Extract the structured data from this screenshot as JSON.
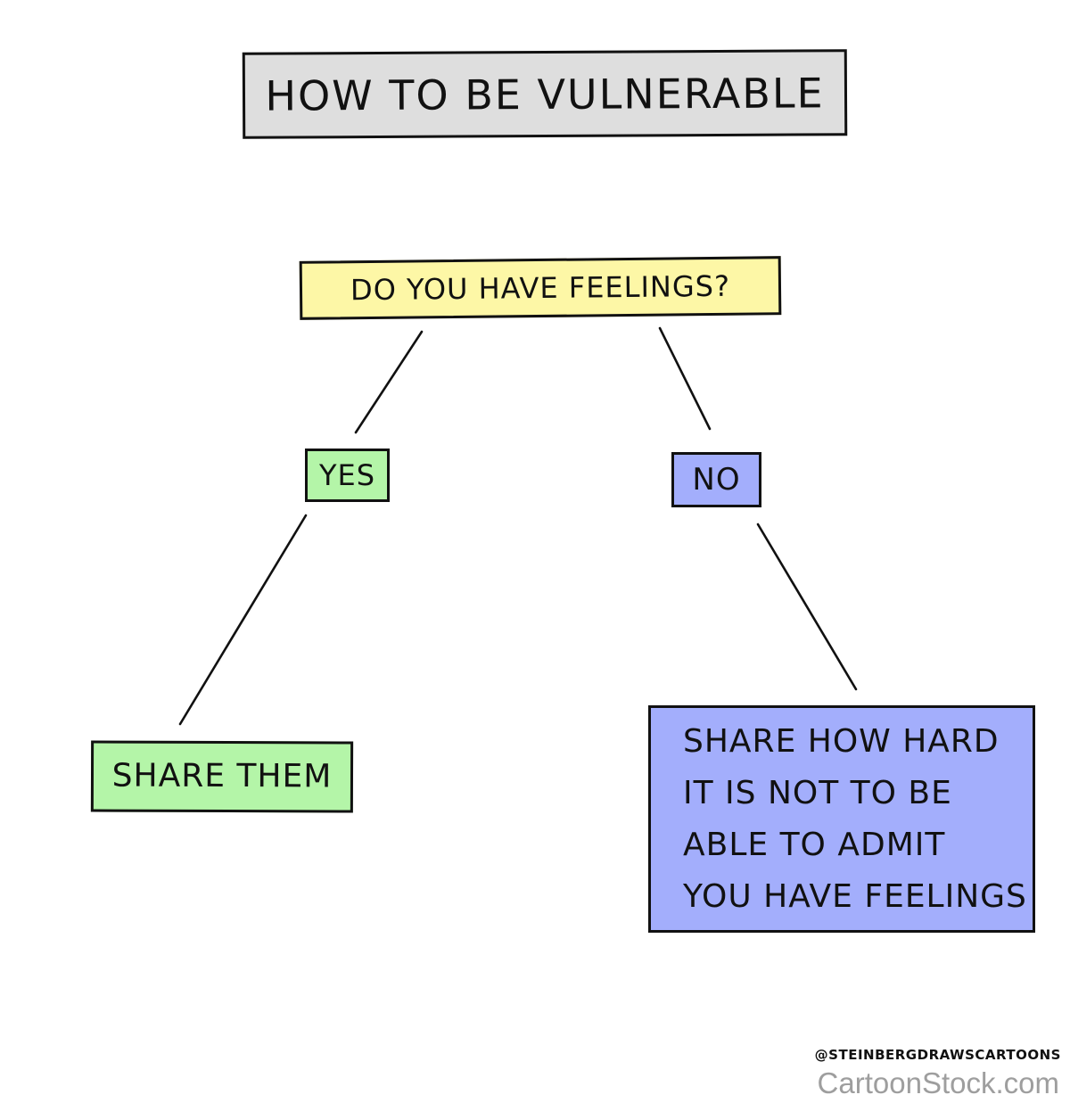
{
  "diagram": {
    "title": "HOW TO BE VULNERABLE",
    "question": "DO YOU HAVE FEELINGS?",
    "yes_label": "YES",
    "no_label": "NO",
    "yes_outcome": "SHARE THEM",
    "no_outcome": "SHARE HOW HARD\nIT IS NOT TO BE\nABLE TO ADMIT\nYOU HAVE FEELINGS"
  },
  "colors": {
    "title_fill": "#dedede",
    "question_fill": "#fdf7a6",
    "yes_fill": "#b4f5a8",
    "no_fill": "#a3aefc",
    "watermark": "#9e9e9e"
  },
  "credit": "@STEINBERGDRAWSCARTOONS",
  "watermark": "CartoonStock.com"
}
